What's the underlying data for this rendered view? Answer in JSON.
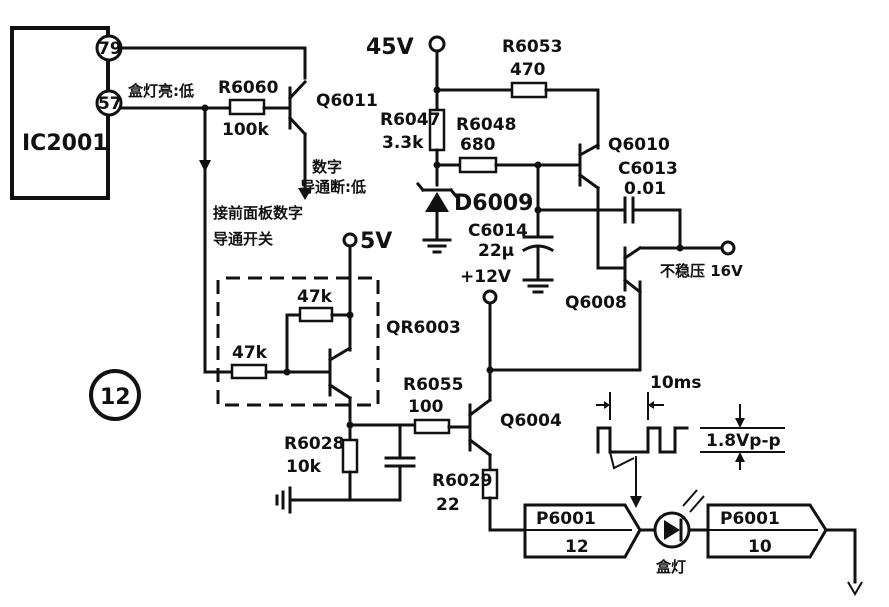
{
  "figure_number": "12",
  "ic": {
    "name": "IC2001",
    "pin_top": "79",
    "pin_bottom": "57"
  },
  "supplies": {
    "v45": "45V",
    "v5": "5V",
    "v12": "+12V"
  },
  "resistors": {
    "r6060": {
      "ref": "R6060",
      "value": "100k"
    },
    "r6053": {
      "ref": "R6053",
      "value": "470"
    },
    "r6047": {
      "ref": "R6047",
      "value": "3.3k"
    },
    "r6048": {
      "ref": "R6048",
      "value": "680"
    },
    "r6055": {
      "ref": "R6055",
      "value": "100"
    },
    "r6028": {
      "ref": "R6028",
      "value": "10k"
    },
    "r6029": {
      "ref": "R6029",
      "value": "22"
    },
    "qr_upper": {
      "value": "47k"
    },
    "qr_lower": {
      "value": "47k"
    }
  },
  "capacitors": {
    "c6013": {
      "ref": "C6013",
      "value": "0.01"
    },
    "c6014": {
      "ref": "C6014",
      "value": "22μ"
    }
  },
  "diode": {
    "ref": "D6009"
  },
  "transistors": {
    "q6011": "Q6011",
    "q6010": "Q6010",
    "q6008": "Q6008",
    "q6004": "Q6004",
    "qr6003": "QR6003"
  },
  "annotations": {
    "box_light_signal": "盒灯亮:低",
    "digit_guide": "数字",
    "digit_guide_2": "导通断:低",
    "front_panel": "接前面板数字",
    "front_panel_2": "导通开关",
    "unregulated": "不稳压 16V",
    "box_light": "盒灯",
    "time_period": "10ms",
    "amplitude": "1.8Vp-p"
  },
  "connectors": {
    "left": {
      "ref": "P6001",
      "pin": "12"
    },
    "right": {
      "ref": "P6001",
      "pin": "10"
    }
  }
}
